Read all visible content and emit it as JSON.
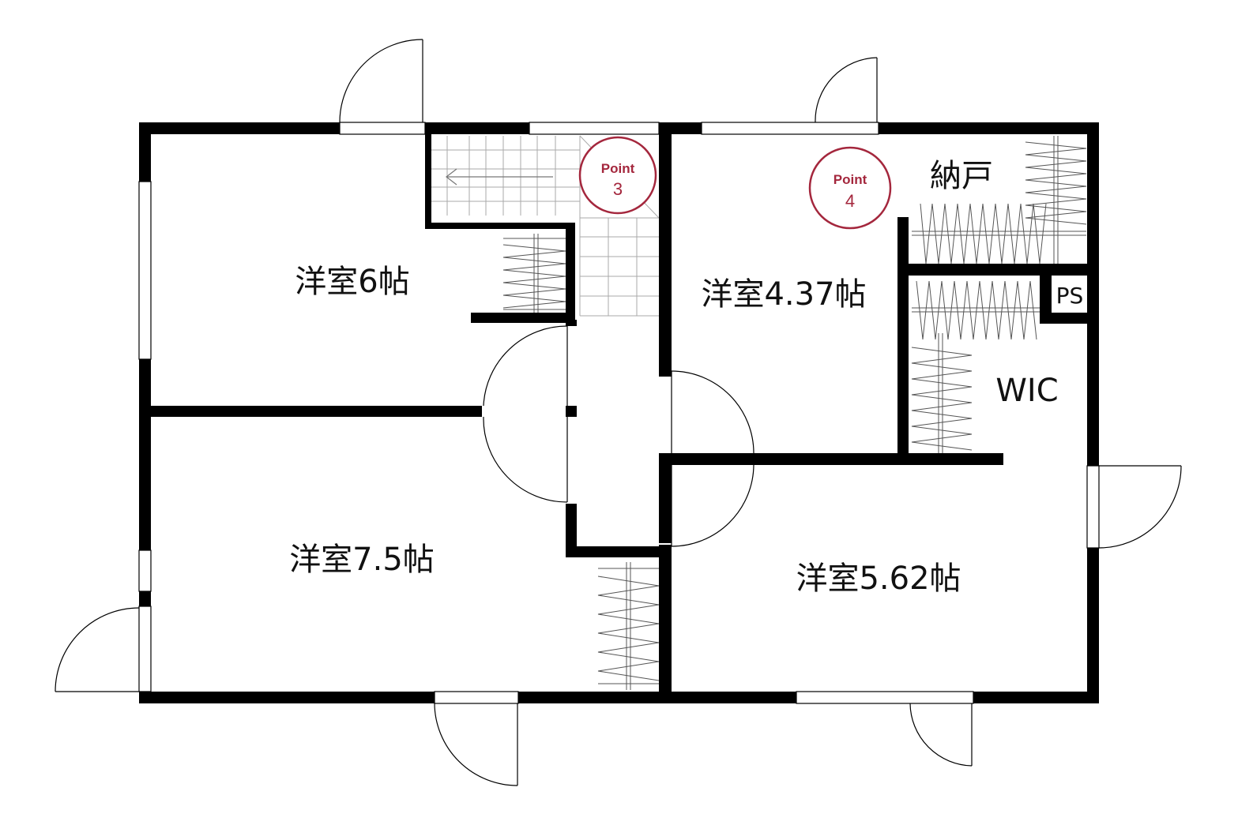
{
  "rooms": {
    "room_6": "洋室6帖",
    "room_437": "洋室4.37帖",
    "room_75": "洋室7.5帖",
    "room_562": "洋室5.62帖",
    "storage": "納戸",
    "wic": "WIC",
    "ps": "PS"
  },
  "markers": [
    {
      "word": "Point",
      "number": "3"
    },
    {
      "word": "Point",
      "number": "4"
    }
  ],
  "colors": {
    "wall": "#000000",
    "marker": "#a4273d"
  }
}
